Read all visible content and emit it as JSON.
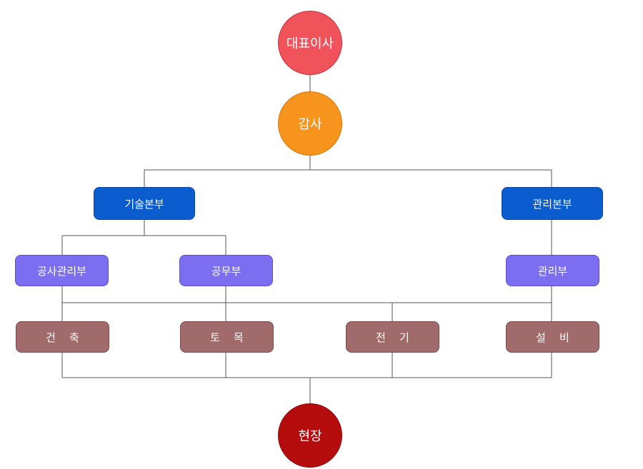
{
  "nodes": {
    "ceo": "대표이사",
    "audit": "감사",
    "tech_hq": "기술본부",
    "admin_hq": "관리본부",
    "construction_mgmt": "공사관리부",
    "works": "공무부",
    "admin_dept": "관리부",
    "architecture": "건    축",
    "civil": "토    목",
    "electrical": "전    기",
    "equipment": "설    비",
    "site": "현장"
  },
  "colors": {
    "ceo": "#f0545a",
    "audit": "#f7941d",
    "site": "#b50d0d",
    "hq": "#0b5ccf",
    "dept": "#7b6ef0",
    "team": "#a26b6b",
    "connector": "#555555"
  }
}
